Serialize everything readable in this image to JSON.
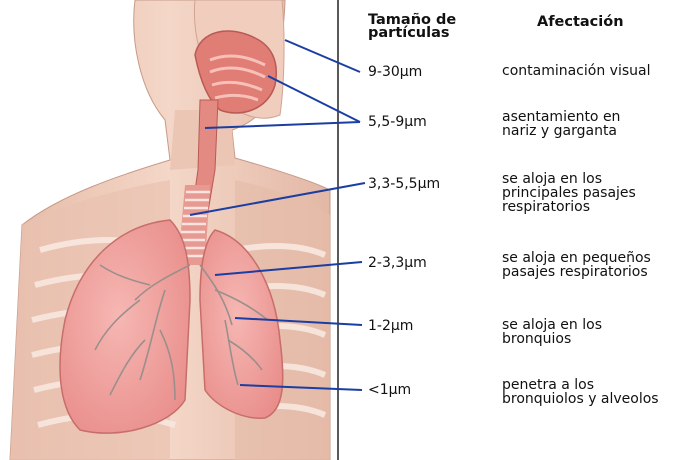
{
  "header": {
    "size_title": "Tamaño de partículas",
    "effect_title": "Afectación"
  },
  "rows": [
    {
      "size": "9-30µm",
      "effect": "contaminación visual"
    },
    {
      "size": "5,5-9µm",
      "effect": "asentamiento en\nnariz y garganta"
    },
    {
      "size": "3,3-5,5µm",
      "effect": "se aloja en los\nprincipales pasajes\nrespiratorios"
    },
    {
      "size": "2-3,3µm",
      "effect": "se aloja en pequeños\npasajes respiratorios"
    },
    {
      "size": "1-2µm",
      "effect": "se aloja en los\nbronquios"
    },
    {
      "size": "<1µm",
      "effect": "penetra a los\nbronquiolos y alveolos"
    }
  ],
  "colors": {
    "skin": "#f2d2c2",
    "skin_shadow": "#dcae9c",
    "airway": "#e0827a",
    "lung": "#ef9c98",
    "leader_line": "#1b3ea3",
    "divider": "#222222"
  }
}
